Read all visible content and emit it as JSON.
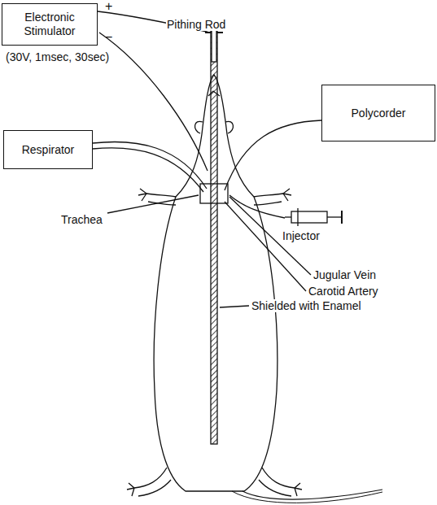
{
  "diagram": {
    "nodes": [
      {
        "text": [
          "Electronic Stimulator"
        ]
      },
      {
        "text": [
          "Polycorder"
        ]
      },
      {
        "text": [
          "Respirator"
        ]
      }
    ],
    "labels": [
      "+",
      "−",
      "(30V, 1msec, 30sec)",
      "Pithing Rod",
      "Trachea",
      "Injector",
      "Jugular Vein",
      "Carotid Artery",
      "Shielded with Enamel"
    ]
  }
}
